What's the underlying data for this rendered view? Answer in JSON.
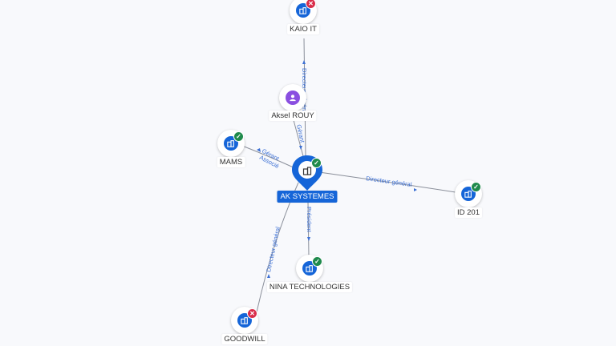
{
  "colors": {
    "company": "#1565d8",
    "person": "#8a4fe0",
    "active": "#1f8a4c",
    "closed": "#d92d4a",
    "edge": "#8a8f9a",
    "edge_text": "#3b6fd4"
  },
  "center": {
    "label": "AK SYSTEMES",
    "icon": "building-icon",
    "status": "active"
  },
  "nodes": {
    "kaio": {
      "label": "KAIO IT",
      "icon": "building-icon",
      "status": "closed"
    },
    "aksel": {
      "label": "Aksel ROUY",
      "icon": "person-icon"
    },
    "mams": {
      "label": "MAMS",
      "icon": "building-icon",
      "status": "active"
    },
    "id201": {
      "label": "ID 201",
      "icon": "building-icon",
      "status": "active"
    },
    "nina": {
      "label": "NINA TECHNOLOGIES",
      "icon": "building-icon",
      "status": "active"
    },
    "goodwill": {
      "label": "GOODWILL",
      "icon": "building-icon",
      "status": "closed"
    }
  },
  "edges": {
    "kaio": "Directeur général",
    "aksel": "Gérant",
    "mams": "Gérant Associé",
    "id201": "Directeur général",
    "nina": "Président",
    "goodwill": "Directeur général"
  }
}
